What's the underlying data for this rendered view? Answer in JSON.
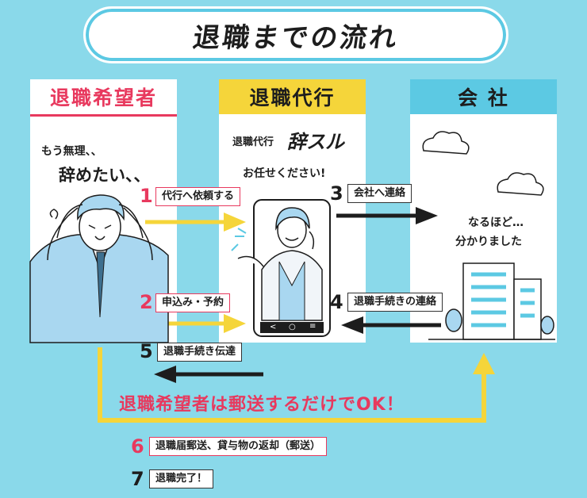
{
  "title": "退職までの流れ",
  "columns": {
    "applicant": {
      "label": "退職希望者",
      "speech_line1": "もう無理、、",
      "speech_line2": "辞めたい、、"
    },
    "agency": {
      "label": "退職代行",
      "logo_prefix": "退職代行",
      "logo_brand": "辞スル",
      "speech": "お任せください!"
    },
    "company": {
      "label": "会 社",
      "speech_line1": "なるほど…",
      "speech_line2": "分かりました"
    }
  },
  "steps": [
    {
      "num": "1",
      "label": "代行へ依頼する"
    },
    {
      "num": "2",
      "label": "申込み・予約"
    },
    {
      "num": "3",
      "label": "会社へ連絡"
    },
    {
      "num": "4",
      "label": "退職手続きの連絡"
    },
    {
      "num": "5",
      "label": "退職手続き伝達"
    },
    {
      "num": "6",
      "label": "退職届郵送、貸与物の返却（郵送）"
    },
    {
      "num": "7",
      "label": "退職完了！"
    }
  ],
  "note": "退職希望者は郵送するだけでOK！",
  "colors": {
    "background": "#8ad9ea",
    "pink": "#e8395e",
    "cyan": "#5cc9e3",
    "yellow": "#f5d53a",
    "black": "#1d1d1d"
  },
  "phone_nav": {
    "back": "<",
    "home": "○",
    "menu": "≡"
  }
}
